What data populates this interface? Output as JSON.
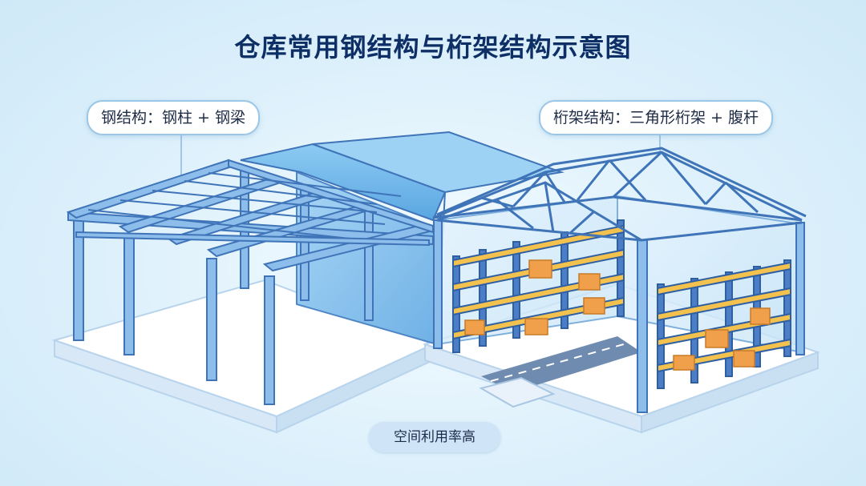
{
  "title": "仓库常用钢结构与桁架结构示意图",
  "callouts": {
    "steel": "钢结构：钢柱 + 钢梁",
    "truss": "桁架结构：三角形桁架 + 腹杆"
  },
  "footer_pill": "空间利用率高",
  "colors": {
    "background": "#e3f3fc",
    "steel_frame": "#6a9fd8",
    "steel_frame_dark": "#3f74b8",
    "roof": "#7fc0ee",
    "shelf_wood": "#f2c14e",
    "shelf_box": "#f0a04a",
    "title": "#0e2f66"
  },
  "icons": [
    "steel-warehouse-illustration",
    "truss-warehouse-illustration",
    "storage-rack-icon",
    "cargo-box-icon"
  ]
}
